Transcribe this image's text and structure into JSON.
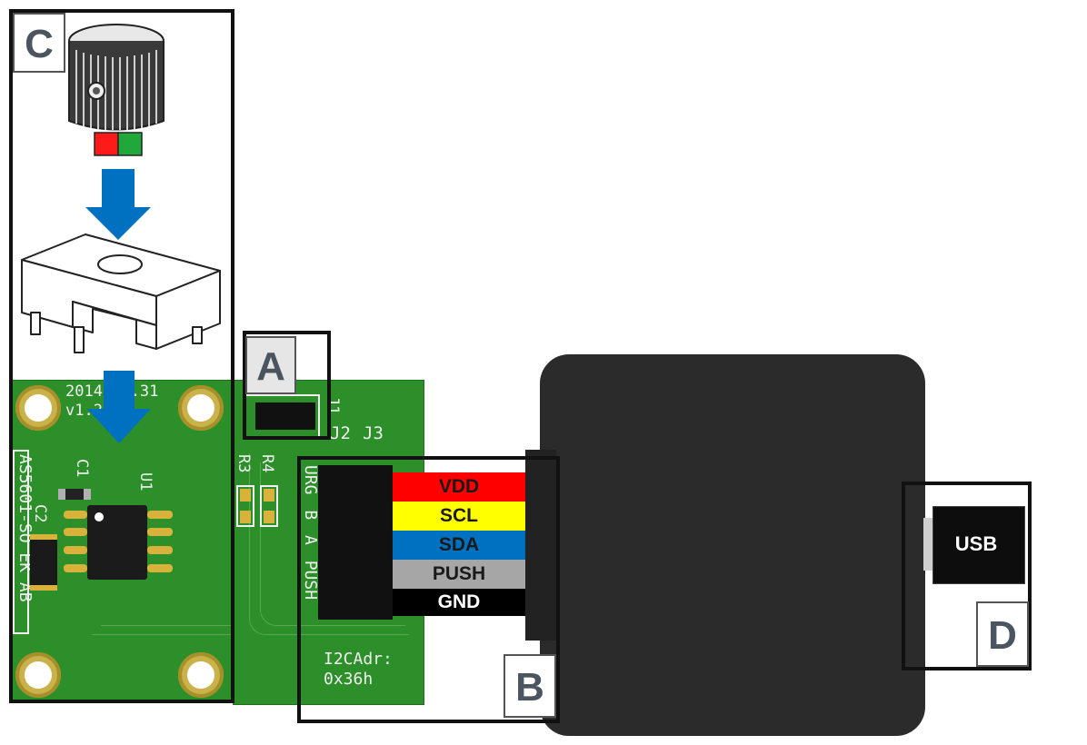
{
  "labels": {
    "a": "A",
    "b": "B",
    "c": "C",
    "d": "D"
  },
  "board": {
    "date": "2014.07.31",
    "version": "v1.2",
    "part_name": "AS5601-SO EK AB",
    "c1": "C1",
    "c2": "C2",
    "u1": "U1",
    "r3": "R3",
    "r4": "R4",
    "j1": "J1",
    "j2": "J2",
    "j3": "J3",
    "pin_labels": "URG B A PUSH",
    "i2c_label": "I2CAdr:",
    "i2c_addr": "0x36h"
  },
  "wires": [
    {
      "label": "VDD",
      "color": "#ff0000",
      "text_color": "#1a1a1a"
    },
    {
      "label": "SCL",
      "color": "#ffff00",
      "text_color": "#1a1a1a"
    },
    {
      "label": "SDA",
      "color": "#0070c0",
      "text_color": "#1a1a1a"
    },
    {
      "label": "PUSH",
      "color": "#a6a6a6",
      "text_color": "#1a1a1a"
    },
    {
      "label": "GND",
      "color": "#000000",
      "text_color": "#ffffff"
    }
  ],
  "usb": {
    "label": "USB"
  },
  "colors": {
    "pcb": "#2d8f2a",
    "arrow": "#0070c0",
    "dongle": "#2b2b2b",
    "frame": "#111111"
  },
  "icons": {
    "knob": "knurled-knob-with-magnet",
    "holder": "magnet-holder-bracket",
    "arrow": "down-arrow"
  }
}
